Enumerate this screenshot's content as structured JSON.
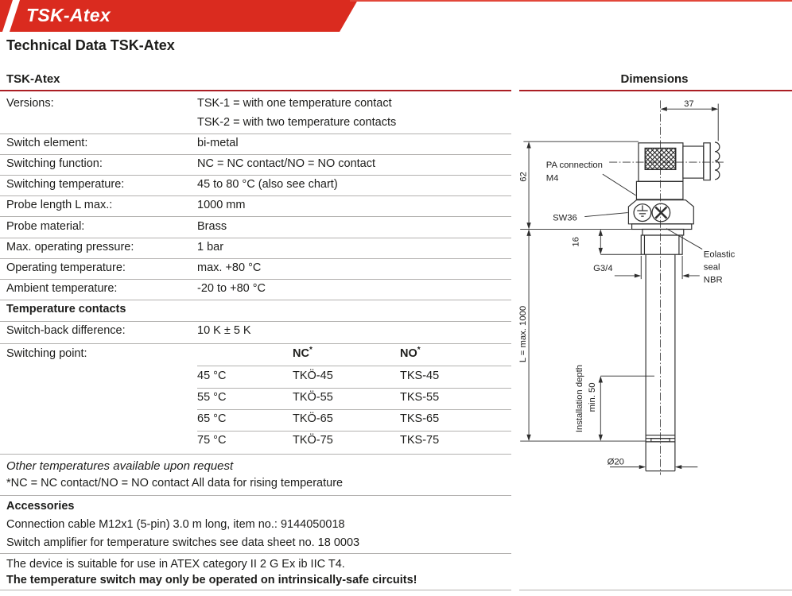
{
  "banner": {
    "title": "TSK-Atex"
  },
  "heading": "Technical Data TSK-Atex",
  "colors": {
    "banner_red": "#da2b1f",
    "rule_red": "#ab1e24",
    "divider_gray": "#b3b1af"
  },
  "spec": {
    "title": "TSK-Atex",
    "rows": [
      {
        "label": "Versions:",
        "value": "TSK-1 = with one temperature contact",
        "value2": "TSK-2 = with two temperature contacts"
      },
      {
        "label": "Switch element:",
        "value": "bi-metal"
      },
      {
        "label": "Switching function:",
        "value": "NC = NC contact/NO = NO contact"
      },
      {
        "label": "Switching temperature:",
        "value": "45 to 80 °C (also see chart)"
      },
      {
        "label": "Probe length L max.:",
        "value": "1000 mm"
      },
      {
        "label": "Probe material:",
        "value": "Brass"
      },
      {
        "label": "Max. operating pressure:",
        "value": "1 bar"
      },
      {
        "label": "Operating temperature:",
        "value": "max. +80 °C"
      },
      {
        "label": "Ambient temperature:",
        "value": "-20 to +80 °C"
      }
    ],
    "section_header": "Temperature contacts",
    "switch_back": {
      "label": "Switch-back difference:",
      "value": "10 K ± 5 K"
    }
  },
  "switching_point": {
    "label": "Switching point:",
    "nc": "NC",
    "no": "NO",
    "mark": "*",
    "rows": [
      {
        "temp": "45 °C",
        "nc": "TKÖ-45",
        "no": "TKS-45"
      },
      {
        "temp": "55 °C",
        "nc": "TKÖ-55",
        "no": "TKS-55"
      },
      {
        "temp": "65 °C",
        "nc": "TKÖ-65",
        "no": "TKS-65"
      },
      {
        "temp": "75 °C",
        "nc": "TKÖ-75",
        "no": "TKS-75"
      }
    ]
  },
  "notes": {
    "other": "Other temperatures available upon request",
    "star": "*NC = NC contact/NO = NO contact All data for rising temperature",
    "accessories_title": "Accessories",
    "acc1": "Connection cable M12x1 (5-pin) 3.0 m long, item no.: 9144050018",
    "acc2": "Switch amplifier for temperature switches see data sheet no. 18 0003",
    "atex": "The device is suitable for use in ATEX category II 2 G Ex ib IIC T4.",
    "warning": "The temperature switch may only be operated on intrinsically-safe circuits!"
  },
  "drawing": {
    "title": "Dimensions",
    "dim_width": "37",
    "dim_height": "62",
    "dim_thread_len": "16",
    "dim_probe": "L = max. 1000",
    "inst_line1": "Installation depth",
    "inst_line2": "min. 50",
    "thread": "G3/4",
    "diameter": "Ø20",
    "pa_line1": "PA connection",
    "pa_line2": "M4",
    "wrench": "SW36",
    "seal_line1": "Eolastic",
    "seal_line2": "seal",
    "seal_line3": "NBR"
  }
}
